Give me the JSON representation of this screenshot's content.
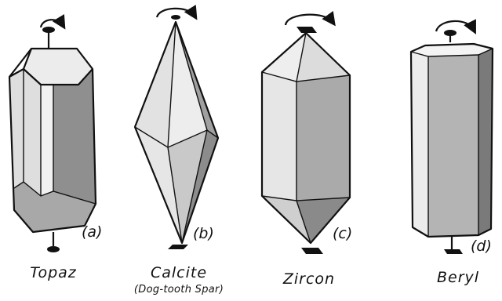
{
  "figure": {
    "crystals": [
      {
        "id": "a",
        "mark": "(a)",
        "name": "Topaz",
        "subtitle": ""
      },
      {
        "id": "b",
        "mark": "(b)",
        "name": "Calcite",
        "subtitle": "(Dog-tooth Spar)"
      },
      {
        "id": "c",
        "mark": "(c)",
        "name": "Zircon",
        "subtitle": ""
      },
      {
        "id": "d",
        "mark": "(d)",
        "name": "Beryl",
        "subtitle": ""
      }
    ]
  },
  "colors": {
    "ink": "#111111",
    "face_light": "#f0f0f0",
    "face_mid": "#d2d2d2",
    "face_dark": "#9a9a9a",
    "background": "#ffffff"
  }
}
